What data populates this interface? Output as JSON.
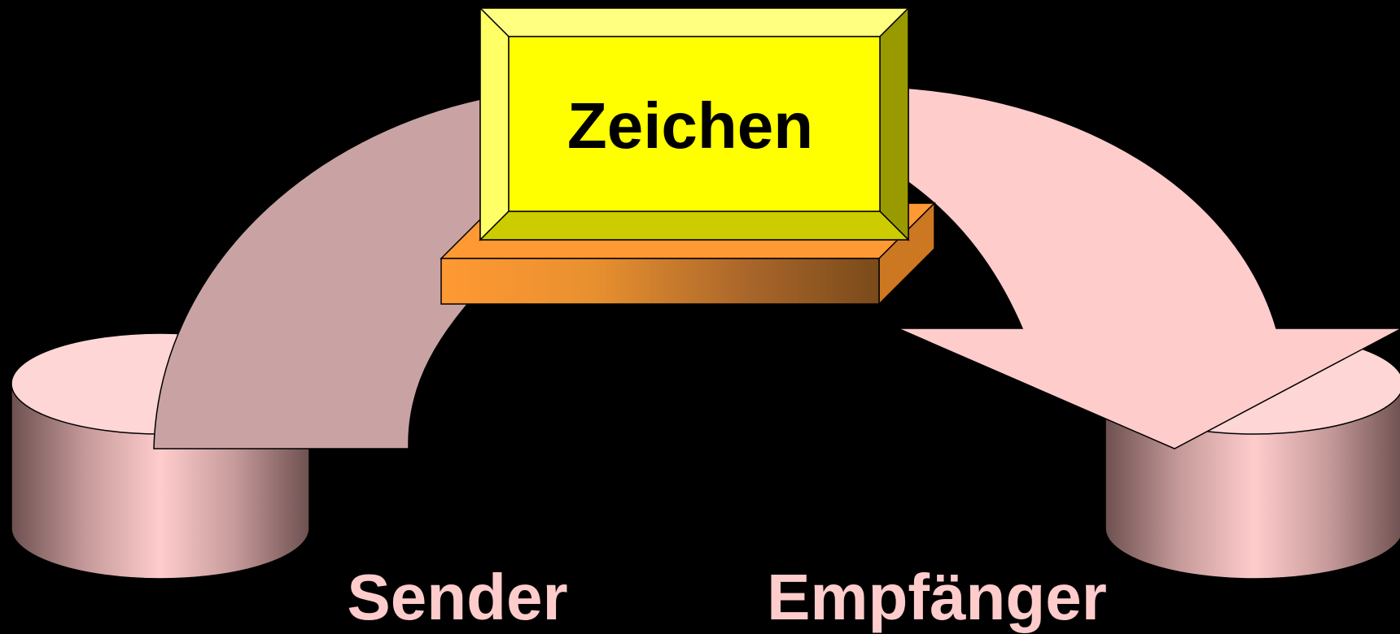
{
  "diagram": {
    "sign_label": "Zeichen",
    "sender_label": "Sender",
    "receiver_label": "Empfänger"
  },
  "colors": {
    "background": "#000000",
    "sign_face": "#ffff00",
    "sign_bevel_light": "#ffff80",
    "sign_bevel_dark": "#cccc00",
    "sign_bevel_right": "#999900",
    "base_front_start": "#ff9933",
    "base_front_end": "#7a4a1a",
    "base_top": "#ff9933",
    "base_side": "#cc7722",
    "sender_arrow": "#c9a3a3",
    "receiver_arrow": "#ffcccc",
    "cylinder_top": "#ffd6d6",
    "label_text": "#ffcccc"
  }
}
